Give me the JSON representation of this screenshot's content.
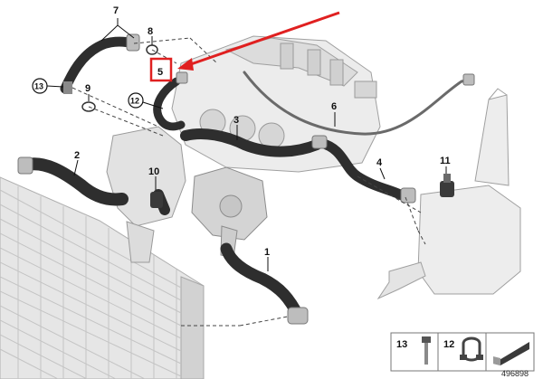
{
  "diagram": {
    "callouts": {
      "c1": "1",
      "c2": "2",
      "c3": "3",
      "c4": "4",
      "c5": "5",
      "c6": "6",
      "c7": "7",
      "c8": "8",
      "c9": "9",
      "c10": "10",
      "c11": "11",
      "c12": "12",
      "c13": "13"
    },
    "legend": {
      "item13": "13",
      "item12": "12"
    },
    "reference_number": "496898",
    "colors": {
      "highlight": "#e02020",
      "hose": "#2e2e2e",
      "component": "#d9d9d9",
      "outline": "#9a9a9a"
    }
  }
}
